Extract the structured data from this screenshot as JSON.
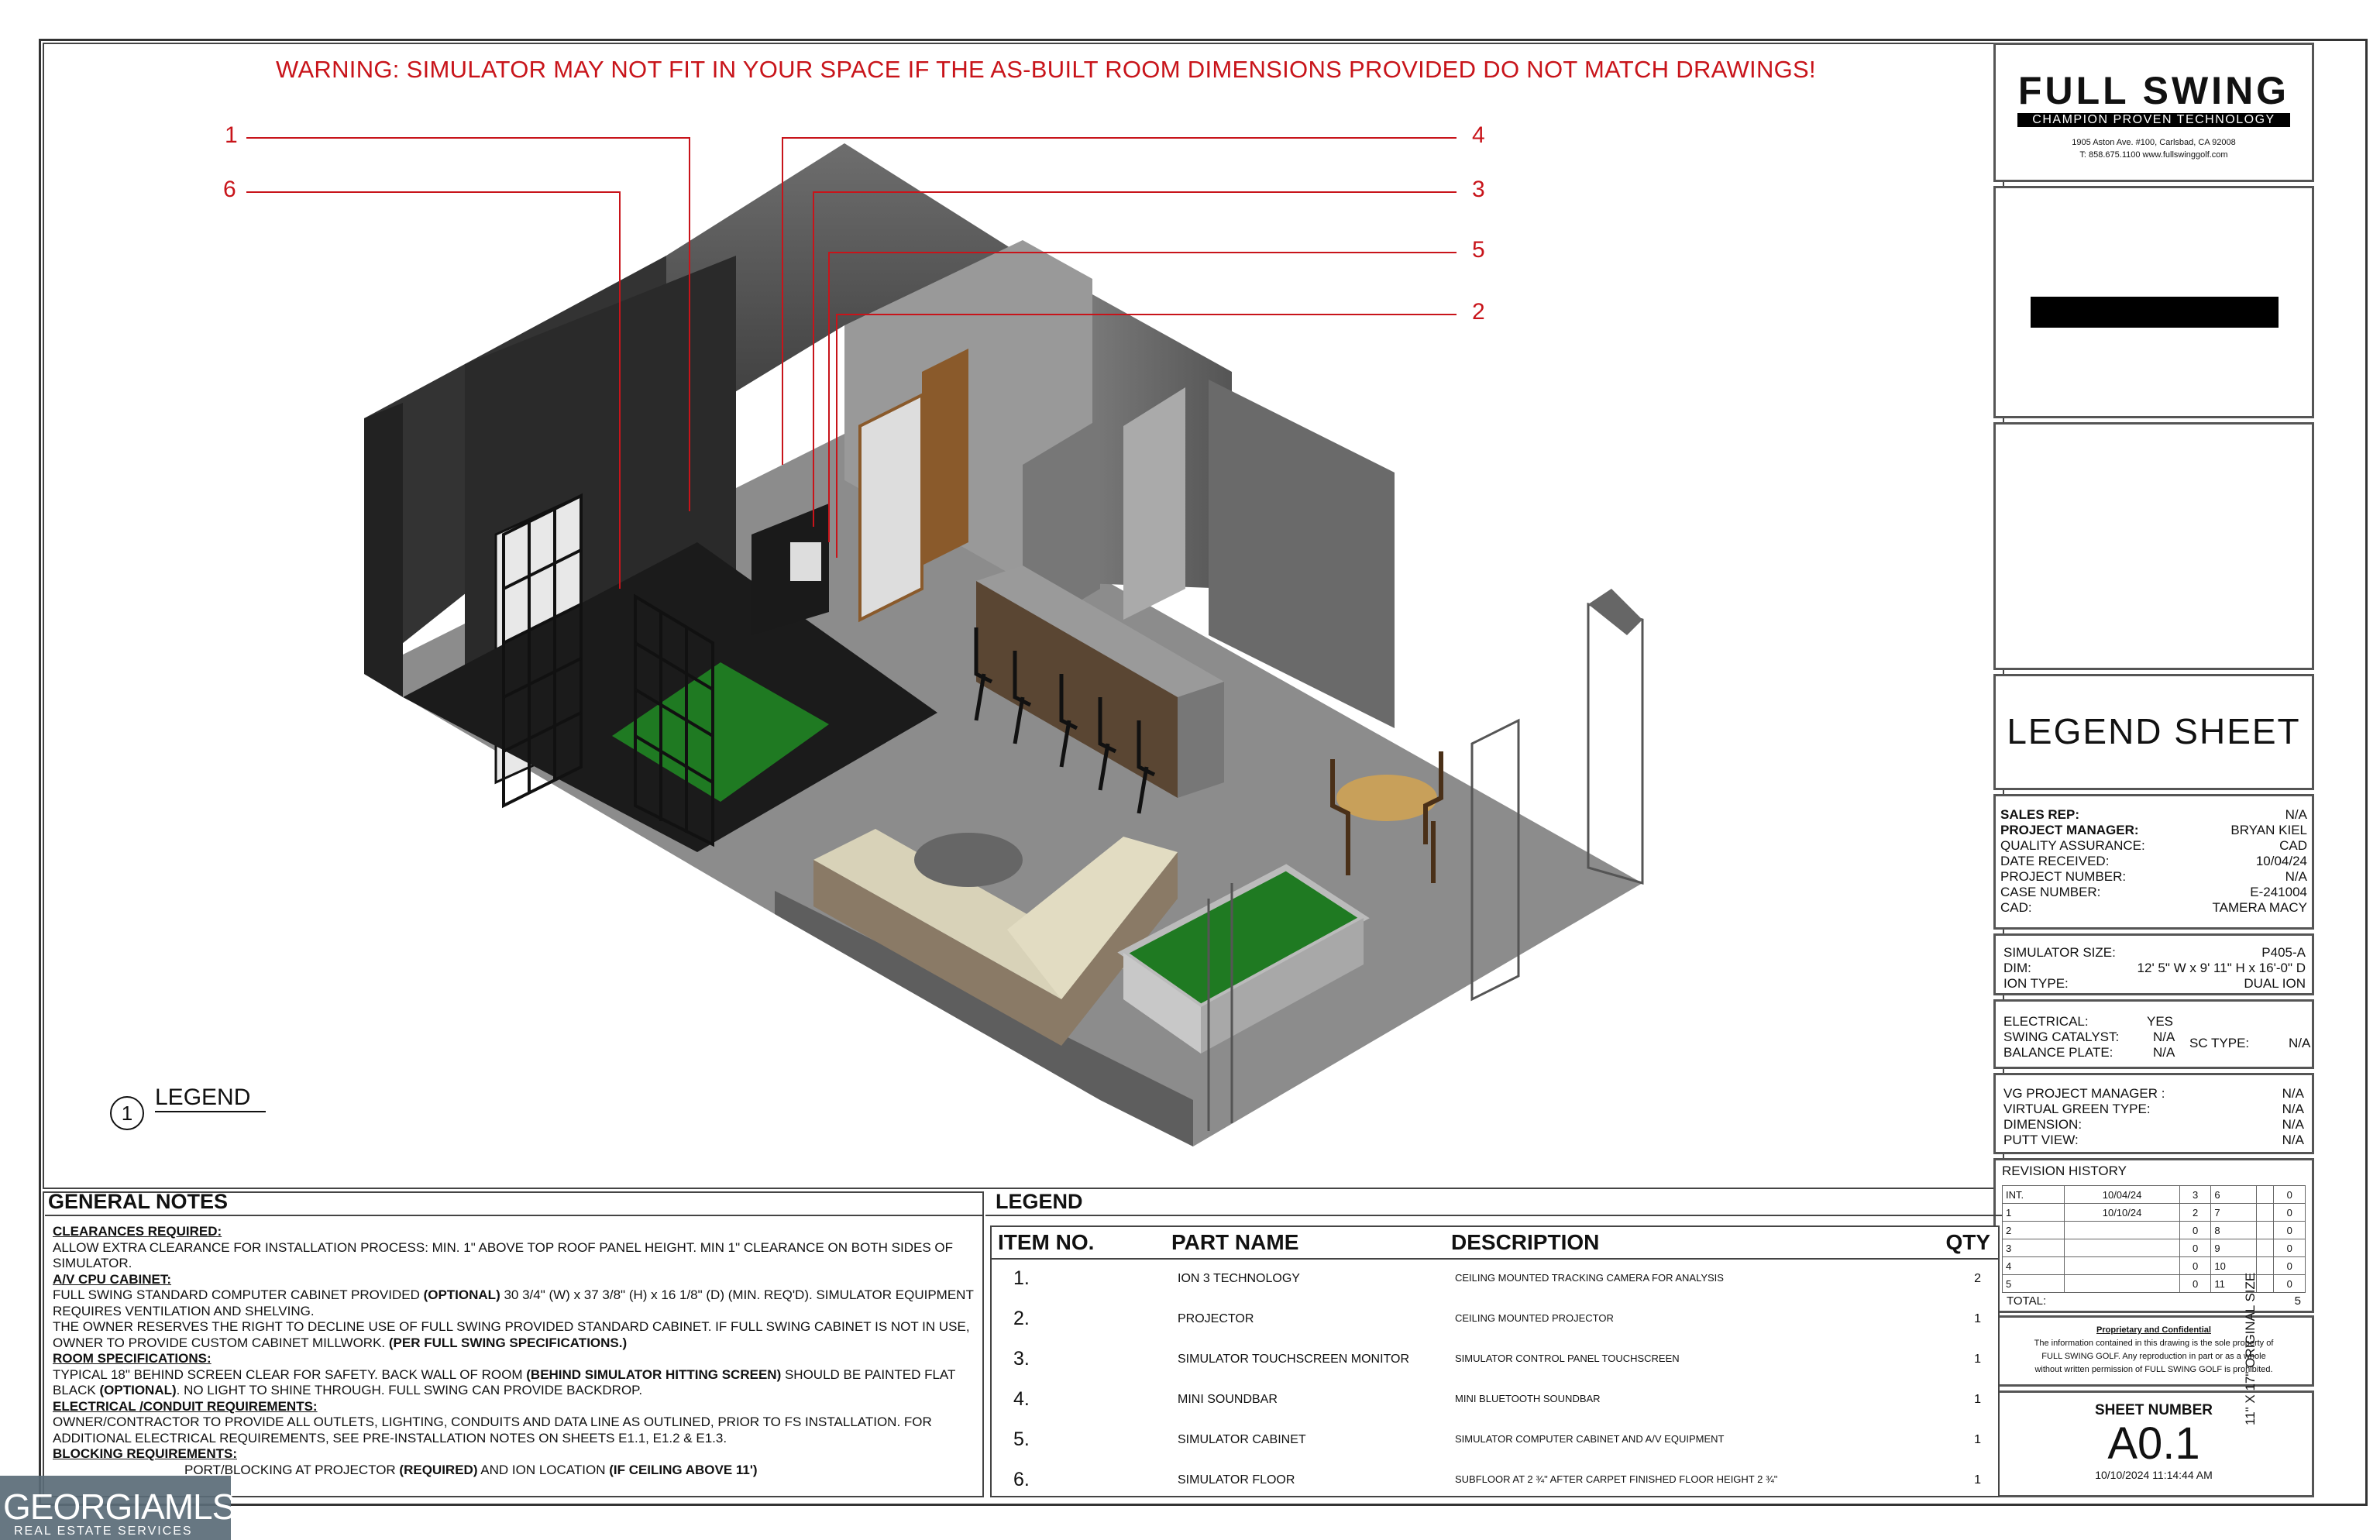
{
  "warning": "WARNING: SIMULATOR MAY NOT FIT IN YOUR SPACE IF THE AS-BUILT ROOM DIMENSIONS PROVIDED DO NOT MATCH DRAWINGS!",
  "callouts": {
    "c1": "1",
    "c2": "2",
    "c3": "3",
    "c4": "4",
    "c5": "5",
    "c6": "6"
  },
  "view": {
    "number": "1",
    "label": "LEGEND"
  },
  "logo": {
    "brand": "FULL SWING",
    "tagline": "CHAMPION PROVEN TECHNOLOGY",
    "address": "1905 Aston Ave. #100, Carlsbad, CA 92008",
    "contact": "T: 858.675.1100   www.fullswinggolf.com"
  },
  "sheet_title": "LEGEND SHEET",
  "project_info": {
    "sales_rep_label": "SALES REP:",
    "sales_rep": "N/A",
    "pm_label": "PROJECT MANAGER:",
    "pm": "BRYAN KIEL",
    "qa_label": "QUALITY ASSURANCE:",
    "qa": "CAD",
    "date_label": "DATE RECEIVED:",
    "date": "10/04/24",
    "projnum_label": "PROJECT NUMBER:",
    "projnum": "N/A",
    "case_label": "CASE NUMBER:",
    "case": "E-241004",
    "cad_label": "CAD:",
    "cad": "TAMERA MACY"
  },
  "simulator": {
    "size_label": "SIMULATOR SIZE:",
    "size": "P405-A",
    "dim_label": "DIM:",
    "dim": "12' 5\" W x 9' 11\" H x 16'-0\" D",
    "ion_label": "ION TYPE:",
    "ion": "DUAL ION"
  },
  "electrical": {
    "elec_label": "ELECTRICAL:",
    "elec": "YES",
    "catalyst_label": "SWING CATALYST:",
    "catalyst": "N/A",
    "sc_label": "SC TYPE:",
    "sc": "N/A",
    "plate_label": "BALANCE PLATE:",
    "plate": "N/A"
  },
  "vg": {
    "pm_label": "VG PROJECT MANAGER  :",
    "pm": "N/A",
    "type_label": "VIRTUAL GREEN TYPE:",
    "type": "N/A",
    "dim_label": "DIMENSION:",
    "dim": "N/A",
    "putt_label": "PUTT VIEW:",
    "putt": "N/A"
  },
  "revision": {
    "title": "REVISION HISTORY",
    "rows": [
      [
        "INT.",
        "10/04/24",
        "3",
        "6",
        "",
        "0"
      ],
      [
        "1",
        "10/10/24",
        "2",
        "7",
        "",
        "0"
      ],
      [
        "2",
        "",
        "0",
        "8",
        "",
        "0"
      ],
      [
        "3",
        "",
        "0",
        "9",
        "",
        "0"
      ],
      [
        "4",
        "",
        "0",
        "10",
        "",
        "0"
      ],
      [
        "5",
        "",
        "0",
        "11",
        "",
        "0"
      ]
    ],
    "total_label": "TOTAL:",
    "total": "5"
  },
  "proprietary": {
    "title": "Proprietary and Confidential",
    "l1": "The information contained in this drawing is the sole property of",
    "l2": "FULL SWING GOLF.  Any reproduction in part or as a whole",
    "l3": "without written permission of FULL SWING GOLF is prohibited."
  },
  "sheet": {
    "label": "SHEET NUMBER",
    "number": "A0.1",
    "date": "10/10/2024 11:14:44 AM"
  },
  "side_text": "11\" X 17\" ORIGINAL SIZE",
  "general_notes": {
    "title": "GENERAL NOTES",
    "h1": "CLEARANCES REQUIRED:",
    "t1": "ALLOW EXTRA CLEARANCE FOR INSTALLATION PROCESS: MIN. 1\" ABOVE TOP ROOF PANEL HEIGHT. MIN 1\" CLEARANCE ON BOTH SIDES OF SIMULATOR.",
    "h2": "A/V CPU CABINET:",
    "t2a": "FULL SWING STANDARD COMPUTER CABINET PROVIDED ",
    "t2b": "(OPTIONAL)",
    "t2c": " 30 3/4\" (W) x 37 3/8\" (H) x 16 1/8\" (D) (MIN. REQ'D).  SIMULATOR EQUIPMENT REQUIRES VENTILATION AND SHELVING.",
    "t2d": "THE OWNER RESERVES THE RIGHT TO DECLINE USE OF FULL SWING PROVIDED STANDARD CABINET. IF FULL SWING CABINET IS NOT IN USE, OWNER TO PROVIDE CUSTOM CABINET MILLWORK. ",
    "t2e": "(PER FULL SWING SPECIFICATIONS.)",
    "h3": "ROOM SPECIFICATIONS:",
    "t3a": "TYPICAL 18\" BEHIND SCREEN CLEAR FOR SAFETY. BACK WALL OF ROOM ",
    "t3b": "(BEHIND SIMULATOR HITTING SCREEN)",
    "t3c": " SHOULD BE PAINTED FLAT BLACK ",
    "t3d": "(OPTIONAL)",
    "t3e": ".  NO LIGHT TO SHINE THROUGH. FULL SWING CAN PROVIDE BACKDROP.",
    "h4": "ELECTRICAL /CONDUIT REQUIREMENTS:",
    "t4": "OWNER/CONTRACTOR TO PROVIDE ALL OUTLETS, LIGHTING, CONDUITS AND DATA LINE AS OUTLINED, PRIOR TO FS INSTALLATION. FOR ADDITIONAL ELECTRICAL REQUIREMENTS, SEE PRE-INSTALLATION NOTES ON SHEETS E1.1, E1.2 & E1.3.",
    "h5": "BLOCKING REQUIREMENTS:",
    "t5a": "PORT/BLOCKING AT PROJECTOR ",
    "t5b": "(REQUIRED)",
    "t5c": " AND ION LOCATION ",
    "t5d": "(IF CEILING ABOVE 11')"
  },
  "legend": {
    "title": "LEGEND",
    "h_item": "ITEM NO.",
    "h_part": "PART NAME",
    "h_desc": "DESCRIPTION",
    "h_qty": "QTY",
    "rows": [
      {
        "no": "1.",
        "part": "ION 3 TECHNOLOGY",
        "desc": "CEILING MOUNTED TRACKING CAMERA FOR ANALYSIS",
        "qty": "2"
      },
      {
        "no": "2.",
        "part": "PROJECTOR",
        "desc": "CEILING MOUNTED PROJECTOR",
        "qty": "1"
      },
      {
        "no": "3.",
        "part": "SIMULATOR TOUCHSCREEN MONITOR",
        "desc": "SIMULATOR CONTROL PANEL TOUCHSCREEN",
        "qty": "1"
      },
      {
        "no": "4.",
        "part": "MINI SOUNDBAR",
        "desc": "MINI BLUETOOTH SOUNDBAR",
        "qty": "1"
      },
      {
        "no": "5.",
        "part": "SIMULATOR CABINET",
        "desc": "SIMULATOR COMPUTER CABINET AND A/V EQUIPMENT",
        "qty": "1"
      },
      {
        "no": "6.",
        "part": "SIMULATOR FLOOR",
        "desc": "SUBFLOOR AT 2 ¾\"  AFTER CARPET FINISHED FLOOR HEIGHT  2 ¾\"",
        "qty": "1"
      }
    ]
  },
  "watermark": {
    "brand": "GEORGIAMLS",
    "sub": "REAL ESTATE SERVICES"
  }
}
